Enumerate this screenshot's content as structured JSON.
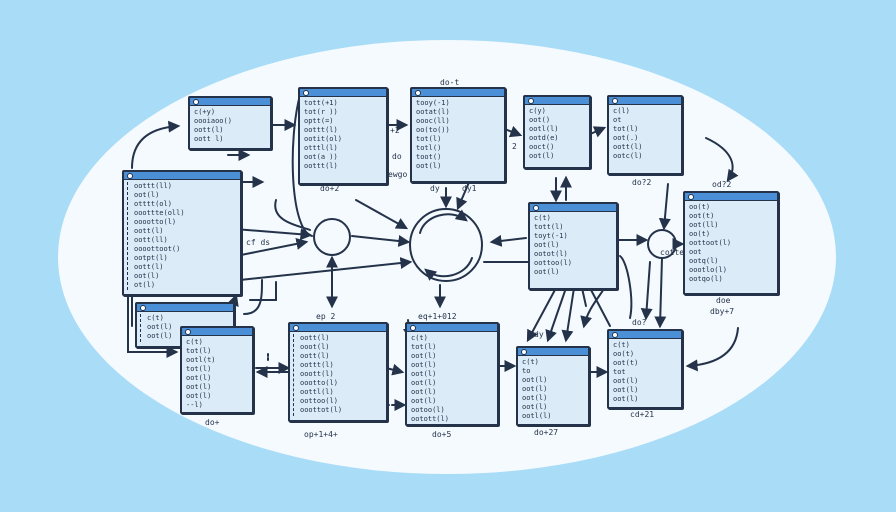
{
  "labels": {
    "do_t": "do-t",
    "do_f2": "do+2",
    "dy": "dy",
    "dy1": "dy1",
    "do2": "do?2",
    "od_x": "od?2",
    "p2": "+2",
    "do2b": "do",
    "ewgo": "ewgo",
    "dq": "dy 6",
    "ep2": "ep 2",
    "eq_r": "eq+1+012",
    "do_arrow": "do+",
    "op14": "op+1+4+",
    "do15": "do+5",
    "do27": "do+27",
    "do21": "cd+21",
    "do_right": "doe",
    "dby": "dby+7",
    "dt2": "do?",
    "center_a": "cf ds",
    "coth": "cotte",
    "b12": "2"
  }
}
